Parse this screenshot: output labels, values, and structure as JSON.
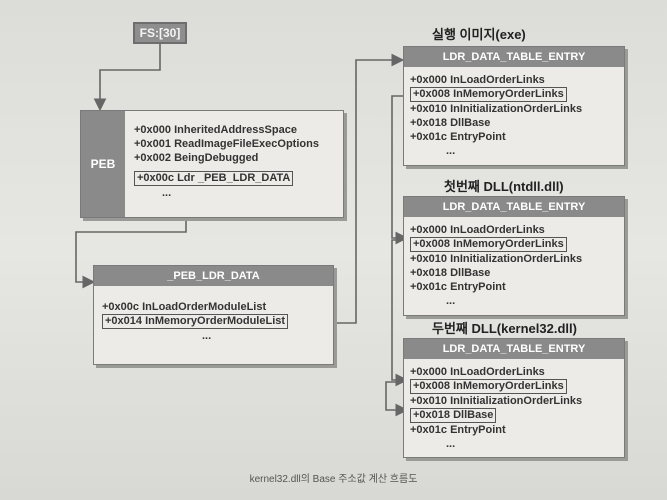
{
  "fs": {
    "label": "FS:[30]"
  },
  "peb": {
    "label": "PEB",
    "fields": [
      "+0x000 InheritedAddressSpace",
      "+0x001 ReadImageFileExecOptions",
      "+0x002 BeingDebugged"
    ],
    "highlighted": "+0x00c Ldr  _PEB_LDR_DATA",
    "ellipsis": "..."
  },
  "ldr_data": {
    "title": "_PEB_LDR_DATA",
    "fields": [
      "+0x00c InLoadOrderModuleList"
    ],
    "highlighted": "+0x014 InMemoryOrderModuleList",
    "ellipsis": "..."
  },
  "entries": [
    {
      "section_title": "실행 이미지(exe)",
      "header": "LDR_DATA_TABLE_ENTRY",
      "fields": [
        "+0x000 InLoadOrderLinks",
        "+0x008 InMemoryOrderLinks",
        "+0x010 InInitializationOrderLinks",
        "+0x018 DllBase",
        "+0x01c EntryPoint",
        "..."
      ]
    },
    {
      "section_title": "첫번째 DLL(ntdll.dll)",
      "header": "LDR_DATA_TABLE_ENTRY",
      "fields": [
        "+0x000 InLoadOrderLinks",
        "+0x008 InMemoryOrderLinks",
        "+0x010 InInitializationOrderLinks",
        "+0x018 DllBase",
        "+0x01c EntryPoint",
        "..."
      ]
    },
    {
      "section_title": "두번째 DLL(kernel32.dll)",
      "header": "LDR_DATA_TABLE_ENTRY",
      "fields": [
        "+0x000 InLoadOrderLinks",
        "+0x008 InMemoryOrderLinks",
        "+0x010 InInitializationOrderLinks",
        "+0x018 DllBase",
        "+0x01c EntryPoint",
        "..."
      ]
    }
  ],
  "caption": "kernel32.dll의 Base 주소값 계산 흐름도"
}
